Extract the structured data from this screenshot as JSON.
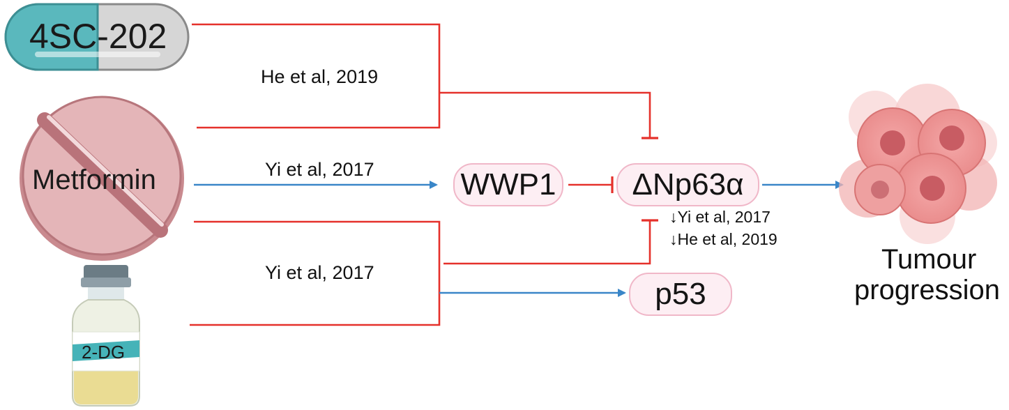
{
  "drugs": {
    "capsule": {
      "label": "4SC-202"
    },
    "pill": {
      "label": "Metformin"
    },
    "vial": {
      "label": "2-DG"
    }
  },
  "references": {
    "he_2019": "He et al, 2019",
    "yi_2017_metformin": "Yi et al, 2017",
    "yi_2017_bottom": "Yi et al, 2017"
  },
  "nodes": {
    "wwp1": "WWP1",
    "dnp63a": "ΔNp63α",
    "p53": "p53"
  },
  "dnp63a_notes": {
    "note1": "↓Yi et al, 2017",
    "note2": "↓He et al, 2019"
  },
  "outcome": {
    "line1": "Tumour",
    "line2": "progression"
  },
  "colors": {
    "inhibit": "#e5312b",
    "activate": "#3a86c8",
    "node_fill": "#fdeef3",
    "node_border": "#f0b7c8"
  }
}
